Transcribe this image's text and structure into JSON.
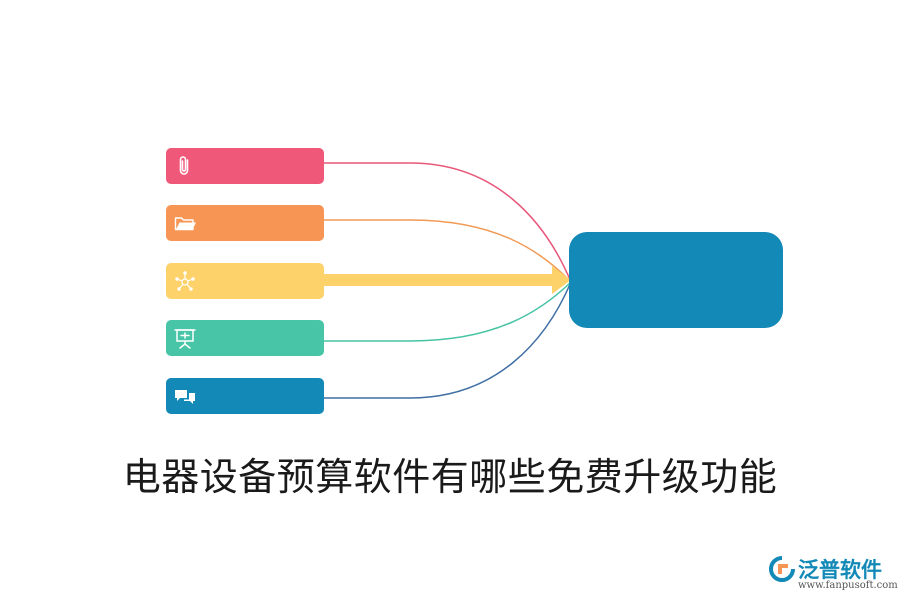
{
  "diagram": {
    "title": "电器设备预算软件有哪些免费升级功能",
    "nodes": [
      {
        "icon": "paperclip-icon",
        "color": "#f0587a",
        "label": ""
      },
      {
        "icon": "folder-open-icon",
        "color": "#f79555",
        "label": ""
      },
      {
        "icon": "network-icon",
        "color": "#fdd26a",
        "label": ""
      },
      {
        "icon": "presentation-board-icon",
        "color": "#47c5a6",
        "label": ""
      },
      {
        "icon": "chat-bubbles-icon",
        "color": "#1289b6",
        "label": ""
      }
    ],
    "hub": {
      "color": "#1289b6",
      "label": ""
    },
    "connectors": {
      "colors": [
        "#e8577a",
        "#f19a55",
        "#fdd26a",
        "#46c3a4",
        "#3f6ea3"
      ],
      "highlighted": "#fdd26a"
    }
  },
  "watermark": {
    "name": "泛普软件",
    "url": "www.fanpusoft.com",
    "icon": "fanpu-logo-icon",
    "color": "#1289b6"
  }
}
